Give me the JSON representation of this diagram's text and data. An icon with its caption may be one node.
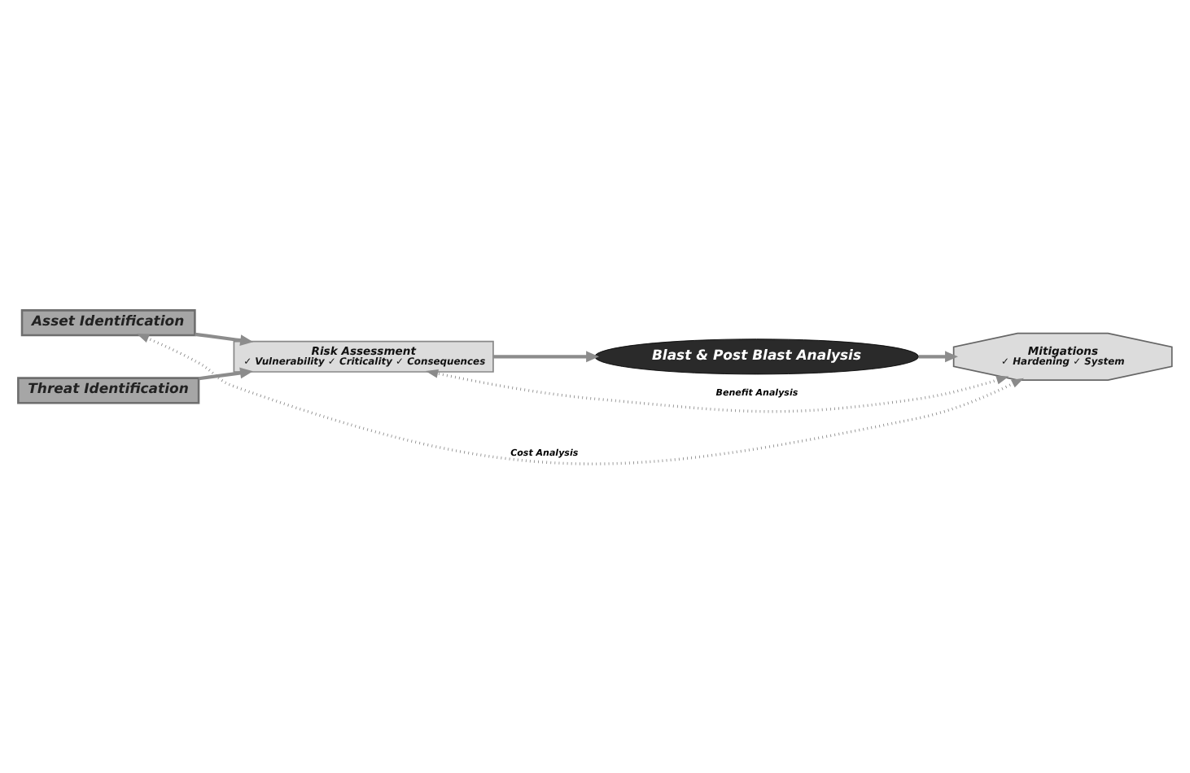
{
  "diagram": {
    "nodes": [
      {
        "text": [
          "Asset Identification"
        ]
      },
      {
        "text": [
          "Risk Assessment",
          "✓ Vulnerability ✓ Criticality ✓ Consequences"
        ]
      },
      {
        "text": [
          "Blast & Post Blast Analysis"
        ]
      },
      {
        "text": [
          "Mitigations",
          "✓ Hardening ✓ System"
        ]
      },
      {
        "text": [
          "Threat Identification"
        ]
      }
    ],
    "edges": [
      {
        "from": 0,
        "to": 1,
        "arrow": "to"
      },
      {
        "from": 4,
        "to": 1,
        "arrow": "to"
      },
      {
        "from": 1,
        "to": 2,
        "arrow": "to"
      },
      {
        "from": 2,
        "to": 3,
        "arrow": "to"
      },
      {
        "from": 3,
        "to": 0,
        "arrow": "both",
        "label": "Cost Analysis",
        "style": "dashed"
      },
      {
        "from": 3,
        "to": 1,
        "arrow": "both",
        "label": "Benefit Analysis",
        "style": "dashed"
      }
    ]
  }
}
